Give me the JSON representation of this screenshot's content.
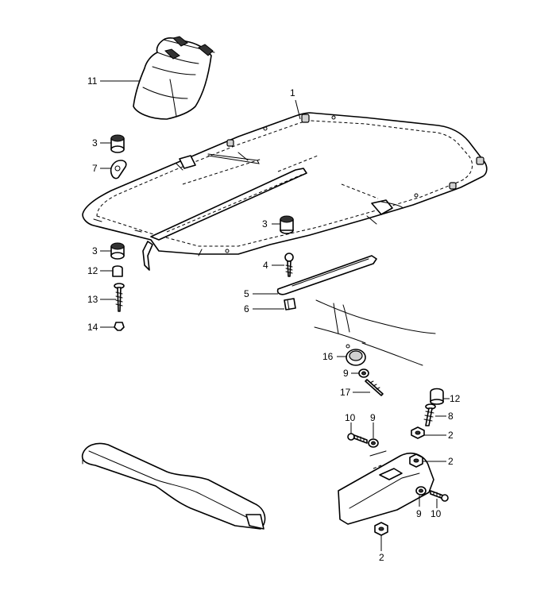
{
  "callouts": {
    "c1": "1",
    "c2a": "2",
    "c2b": "2",
    "c2c": "2",
    "c3a": "3",
    "c3b": "3",
    "c3c": "3",
    "c4": "4",
    "c5": "5",
    "c6": "6",
    "c7": "7",
    "c8": "8",
    "c9a": "9",
    "c9b": "9",
    "c9c": "9",
    "c10a": "10",
    "c10b": "10",
    "c11": "11",
    "c12a": "12",
    "c12b": "12",
    "c13": "13",
    "c14": "14",
    "c16": "16",
    "c17": "17"
  }
}
